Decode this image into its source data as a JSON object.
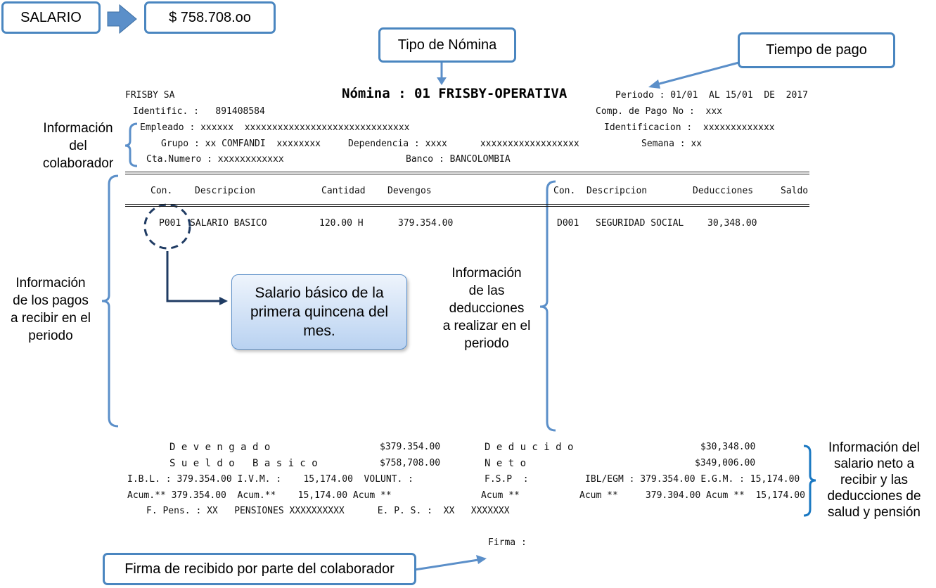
{
  "top": {
    "salario_label": "SALARIO",
    "salario_value": "$ 758.708.oo"
  },
  "callouts": {
    "tipo_nomina": "Tipo de Nómina",
    "tiempo_pago": "Tiempo de pago",
    "firma_recibido": "Firma de recibido por parte del colaborador",
    "salario_basico": "Salario básico de la primera quincena del mes."
  },
  "side_labels": {
    "colaborador": [
      "Información",
      "del",
      "colaborador"
    ],
    "pagos": [
      "Información",
      "de los pagos",
      "a recibir en el",
      "periodo"
    ],
    "deducciones": [
      "Información",
      "de las",
      "deducciones",
      "a realizar en el",
      "periodo"
    ],
    "salario_neto": [
      "Información del",
      "salario neto a",
      "recibir y las",
      "deducciones de",
      "salud y pensión"
    ]
  },
  "colors": {
    "accent_border": "#4a86c0",
    "arrow": "#5b8fc9",
    "dark_circle": "#1f3b63",
    "callout_fill": "#b9d2f1"
  },
  "document": {
    "company": "FRISBY SA",
    "title": "Nómina : 01 FRISBY-OPERATIVA",
    "periodo": "Periodo : 01/01  AL 15/01  DE  2017",
    "identific": "Identific. :   891408584",
    "comp_pago": "Comp. de Pago No :  xxx",
    "empleado": "Empleado : xxxxxx  xxxxxxxxxxxxxxxxxxxxxxxxxxxxxx",
    "identificacion": "Identificacion :  xxxxxxxxxxxxx",
    "grupo": "Grupo : xx COMFANDI  xxxxxxxx",
    "dependencia": "Dependencia : xxxx      xxxxxxxxxxxxxxxxxx",
    "semana": "Semana : xx",
    "cta": "Cta.Numero : xxxxxxxxxxxx",
    "banco": "Banco : BANCOLOMBIA",
    "headers_left": [
      "Con.",
      "Descripcion",
      "Cantidad",
      "Devengos"
    ],
    "headers_right": [
      "Con.",
      "Descripcion",
      "Deducciones",
      "Saldo"
    ],
    "pagos": [
      {
        "con": "P001",
        "descripcion": "SALARIO BASICO",
        "cantidad": "120.00 H",
        "devengos": "379.354.00"
      }
    ],
    "deducciones": [
      {
        "con": "D001",
        "descripcion": "SEGURIDAD SOCIAL",
        "deducciones": "30,348.00"
      }
    ],
    "devengado_label": "D e v e n g a d o",
    "devengado_value": "$379.354.00",
    "deducido_label": "D e d u c i d o",
    "deducido_value": "$30,348.00",
    "sueldo_label": "S u e l d o   B a s i c o",
    "sueldo_value": "$758,708.00",
    "neto_label": "N e t o",
    "neto_value": "$349,006.00",
    "ibl_line": "I.B.L. : 379.354.00 I.V.M. :    15,174.00  VOLUNT. :",
    "fsp": "F.S.P  :",
    "iblegm_line": "IBL/EGM : 379.354.00 E.G.M. : 15,174.00",
    "acum_line": "Acum.** 379.354.00  Acum.**    15,174.00 Acum **",
    "acum_mid": "Acum **",
    "acum_right": "Acum **     379.304.00 Acum **  15,174.00",
    "pens_line": "F. Pens. : XX   PENSIONES XXXXXXXXXX      E. P. S. :  XX   XXXXXXX",
    "firma": "Firma :"
  }
}
